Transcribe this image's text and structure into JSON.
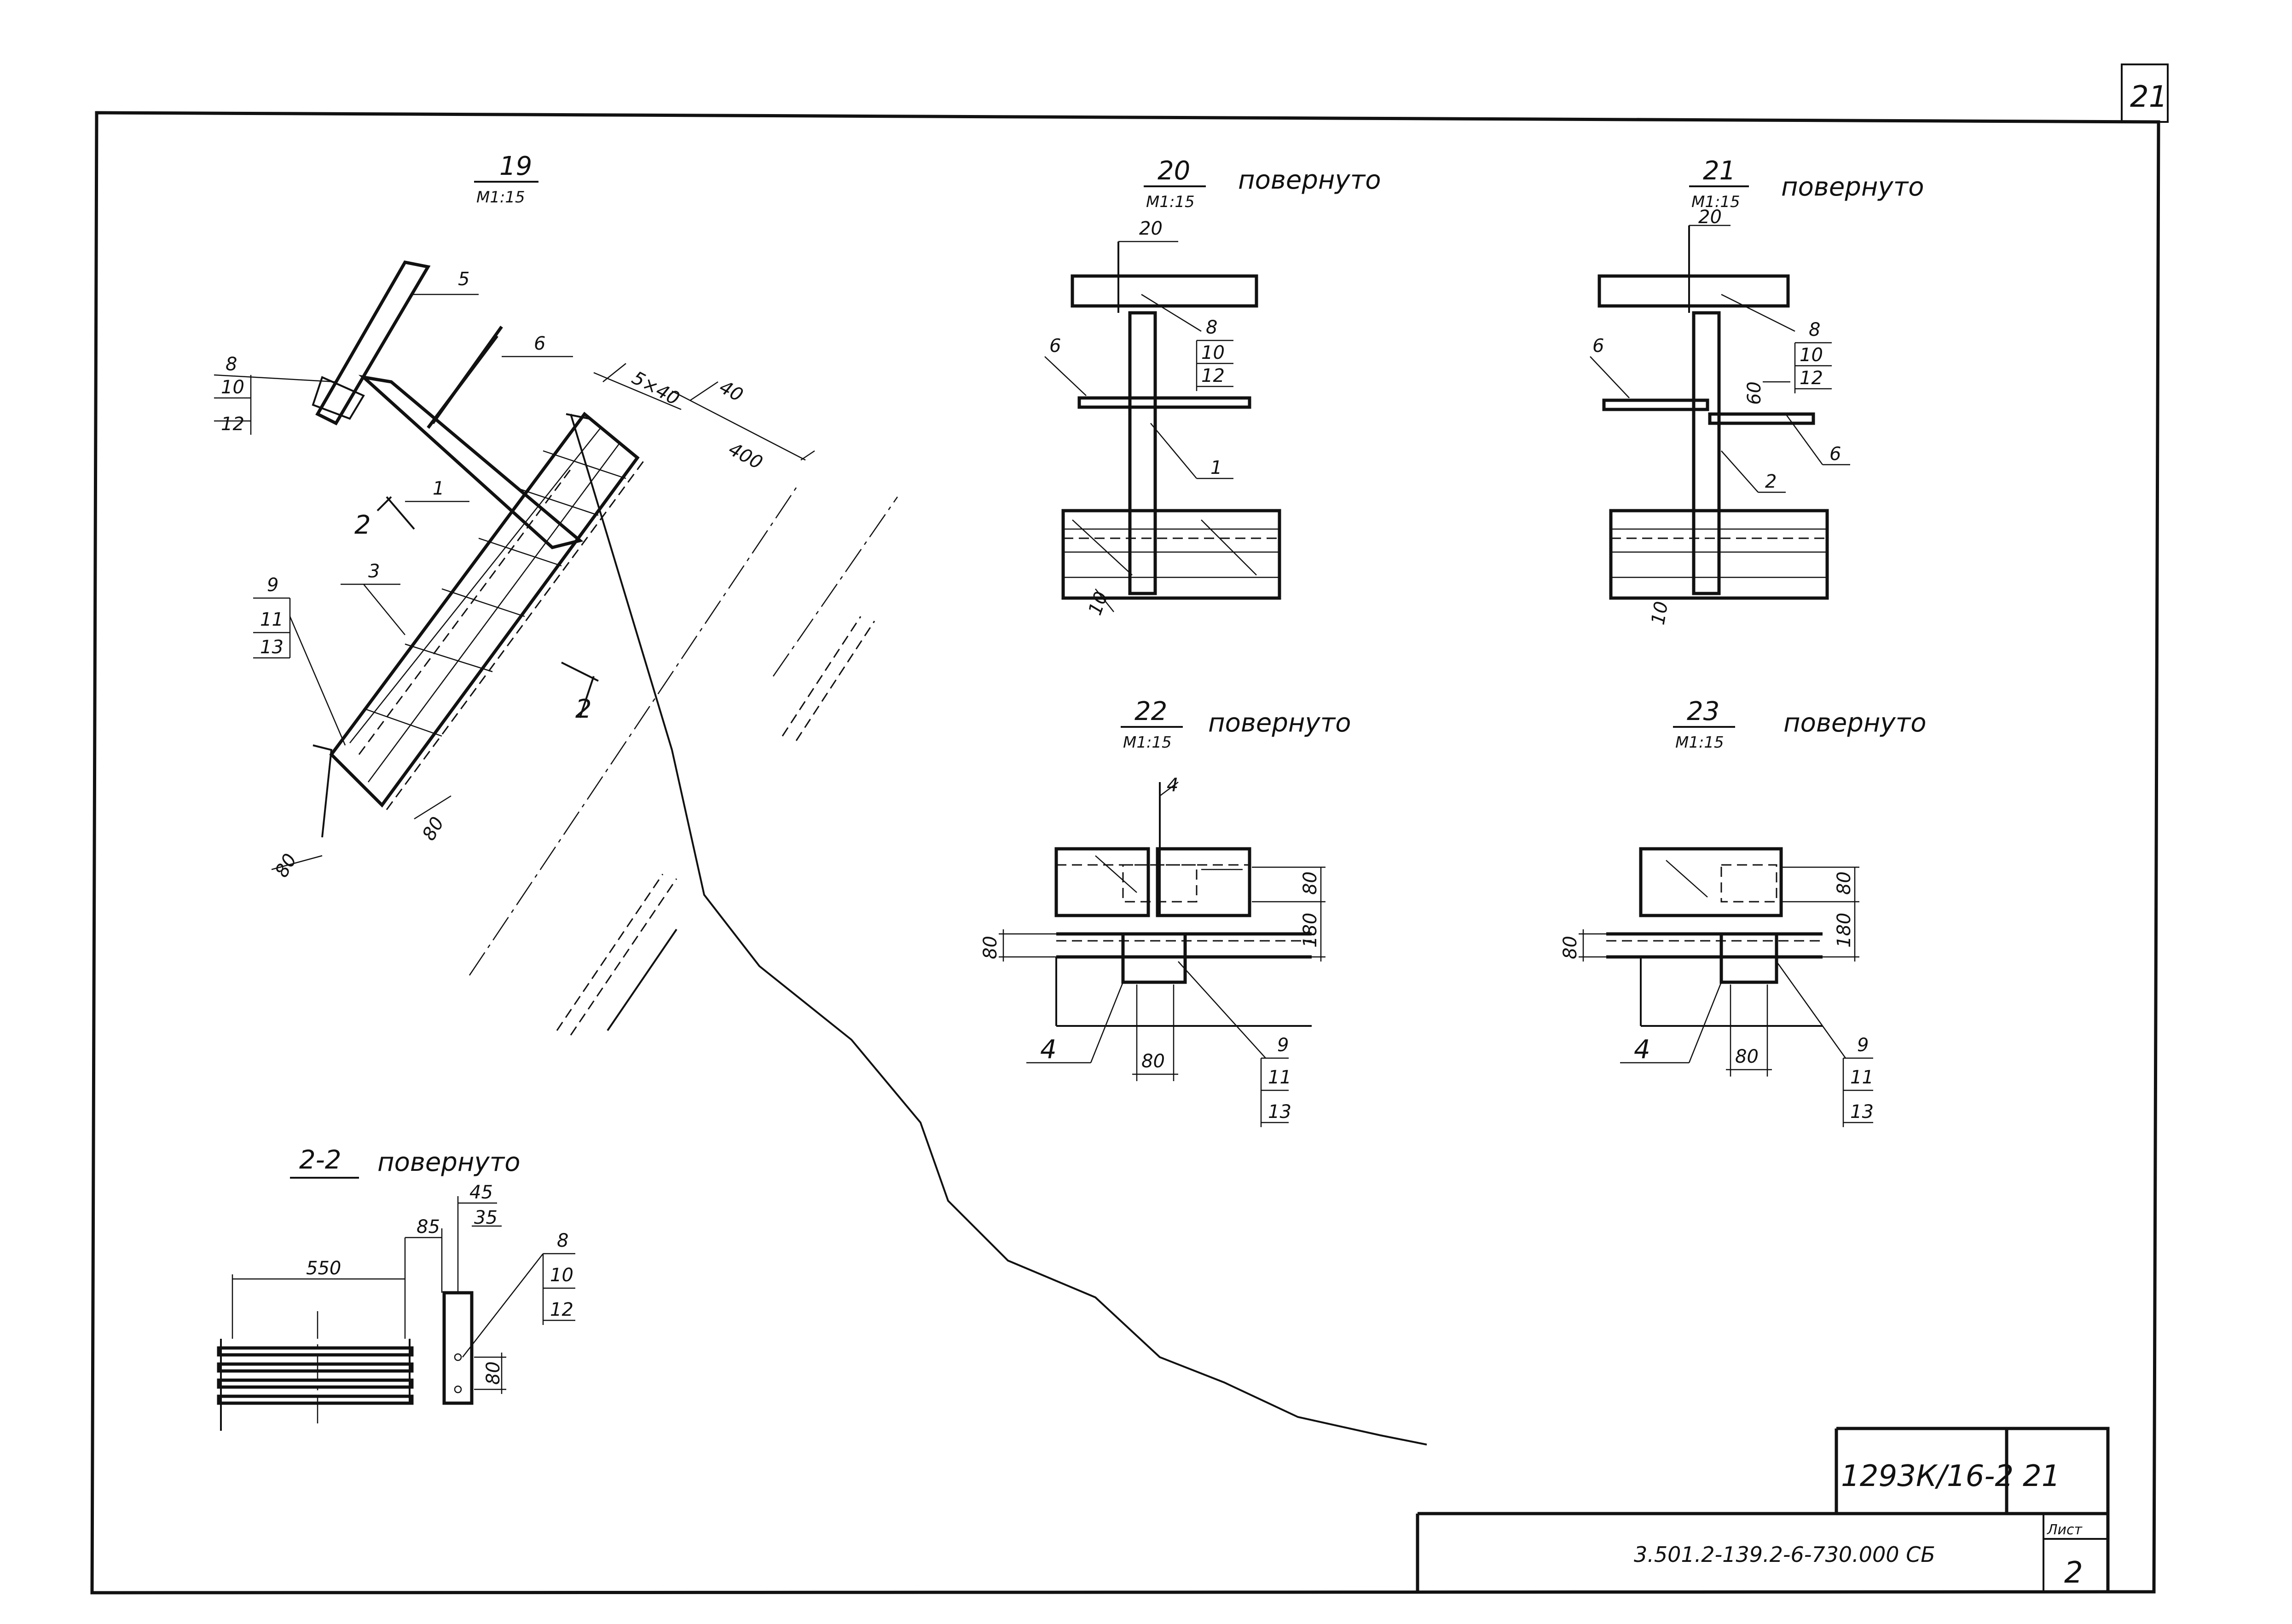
{
  "sheet": {
    "corner_number": "21",
    "stamp_code": "1293К/16-2",
    "stamp_number": "21",
    "doc_designation": "3.501.2-139.2-6-730.000 СБ",
    "list_label": "Лист",
    "list_number": "2"
  },
  "views": {
    "v19": {
      "title": "19",
      "scale": "М1:15"
    },
    "v20": {
      "title": "20",
      "scale": "М1:15",
      "note": "повернуто"
    },
    "v21": {
      "title": "21",
      "scale": "М1:15",
      "note": "повернуто"
    },
    "v22": {
      "title": "22",
      "scale": "М1:15",
      "note": "повернуто"
    },
    "v23": {
      "title": "23",
      "scale": "М1:15",
      "note": "повернуто"
    },
    "v22_2": {
      "title": "2-2",
      "note": "повернуто"
    }
  },
  "labels": {
    "v19": {
      "pos5": "5",
      "pos6": "6",
      "pos1": "1",
      "pos3": "3",
      "stack_top": [
        "8",
        "10",
        "12"
      ],
      "stack_bottom": [
        "9",
        "11",
        "13"
      ],
      "sec_left": "2",
      "sec_right": "2",
      "dim_5x40": "5×40",
      "dim_40": "40",
      "dim_400": "400",
      "dim_80a": "80",
      "dim_80b": "80"
    },
    "v20": {
      "dim_20": "20",
      "pos6": "6",
      "pos1": "1",
      "dim_10": "10",
      "stack": [
        "8",
        "10",
        "12"
      ]
    },
    "v21": {
      "dim_20": "20",
      "pos6a": "6",
      "pos6b": "6",
      "pos2": "2",
      "dim_60": "60",
      "dim_10": "10",
      "stack": [
        "8",
        "10",
        "12"
      ]
    },
    "v22": {
      "dim_4": "4",
      "dim_80r": "80",
      "dim_180": "180",
      "dim_80l": "80",
      "dim_80b": "80",
      "pos4": "4",
      "stack": [
        "9",
        "11",
        "13"
      ]
    },
    "v23": {
      "dim_80r": "80",
      "dim_180": "180",
      "dim_80l": "80",
      "dim_80b": "80",
      "pos4": "4",
      "stack": [
        "9",
        "11",
        "13"
      ]
    },
    "v22_2": {
      "dim_45": "45",
      "dim_85": "85",
      "dim_35": "35",
      "dim_550": "550",
      "dim_80": "80",
      "stack": [
        "8",
        "10",
        "12"
      ]
    }
  },
  "colors": {
    "ink": "#111111",
    "paper": "#ffffff"
  }
}
